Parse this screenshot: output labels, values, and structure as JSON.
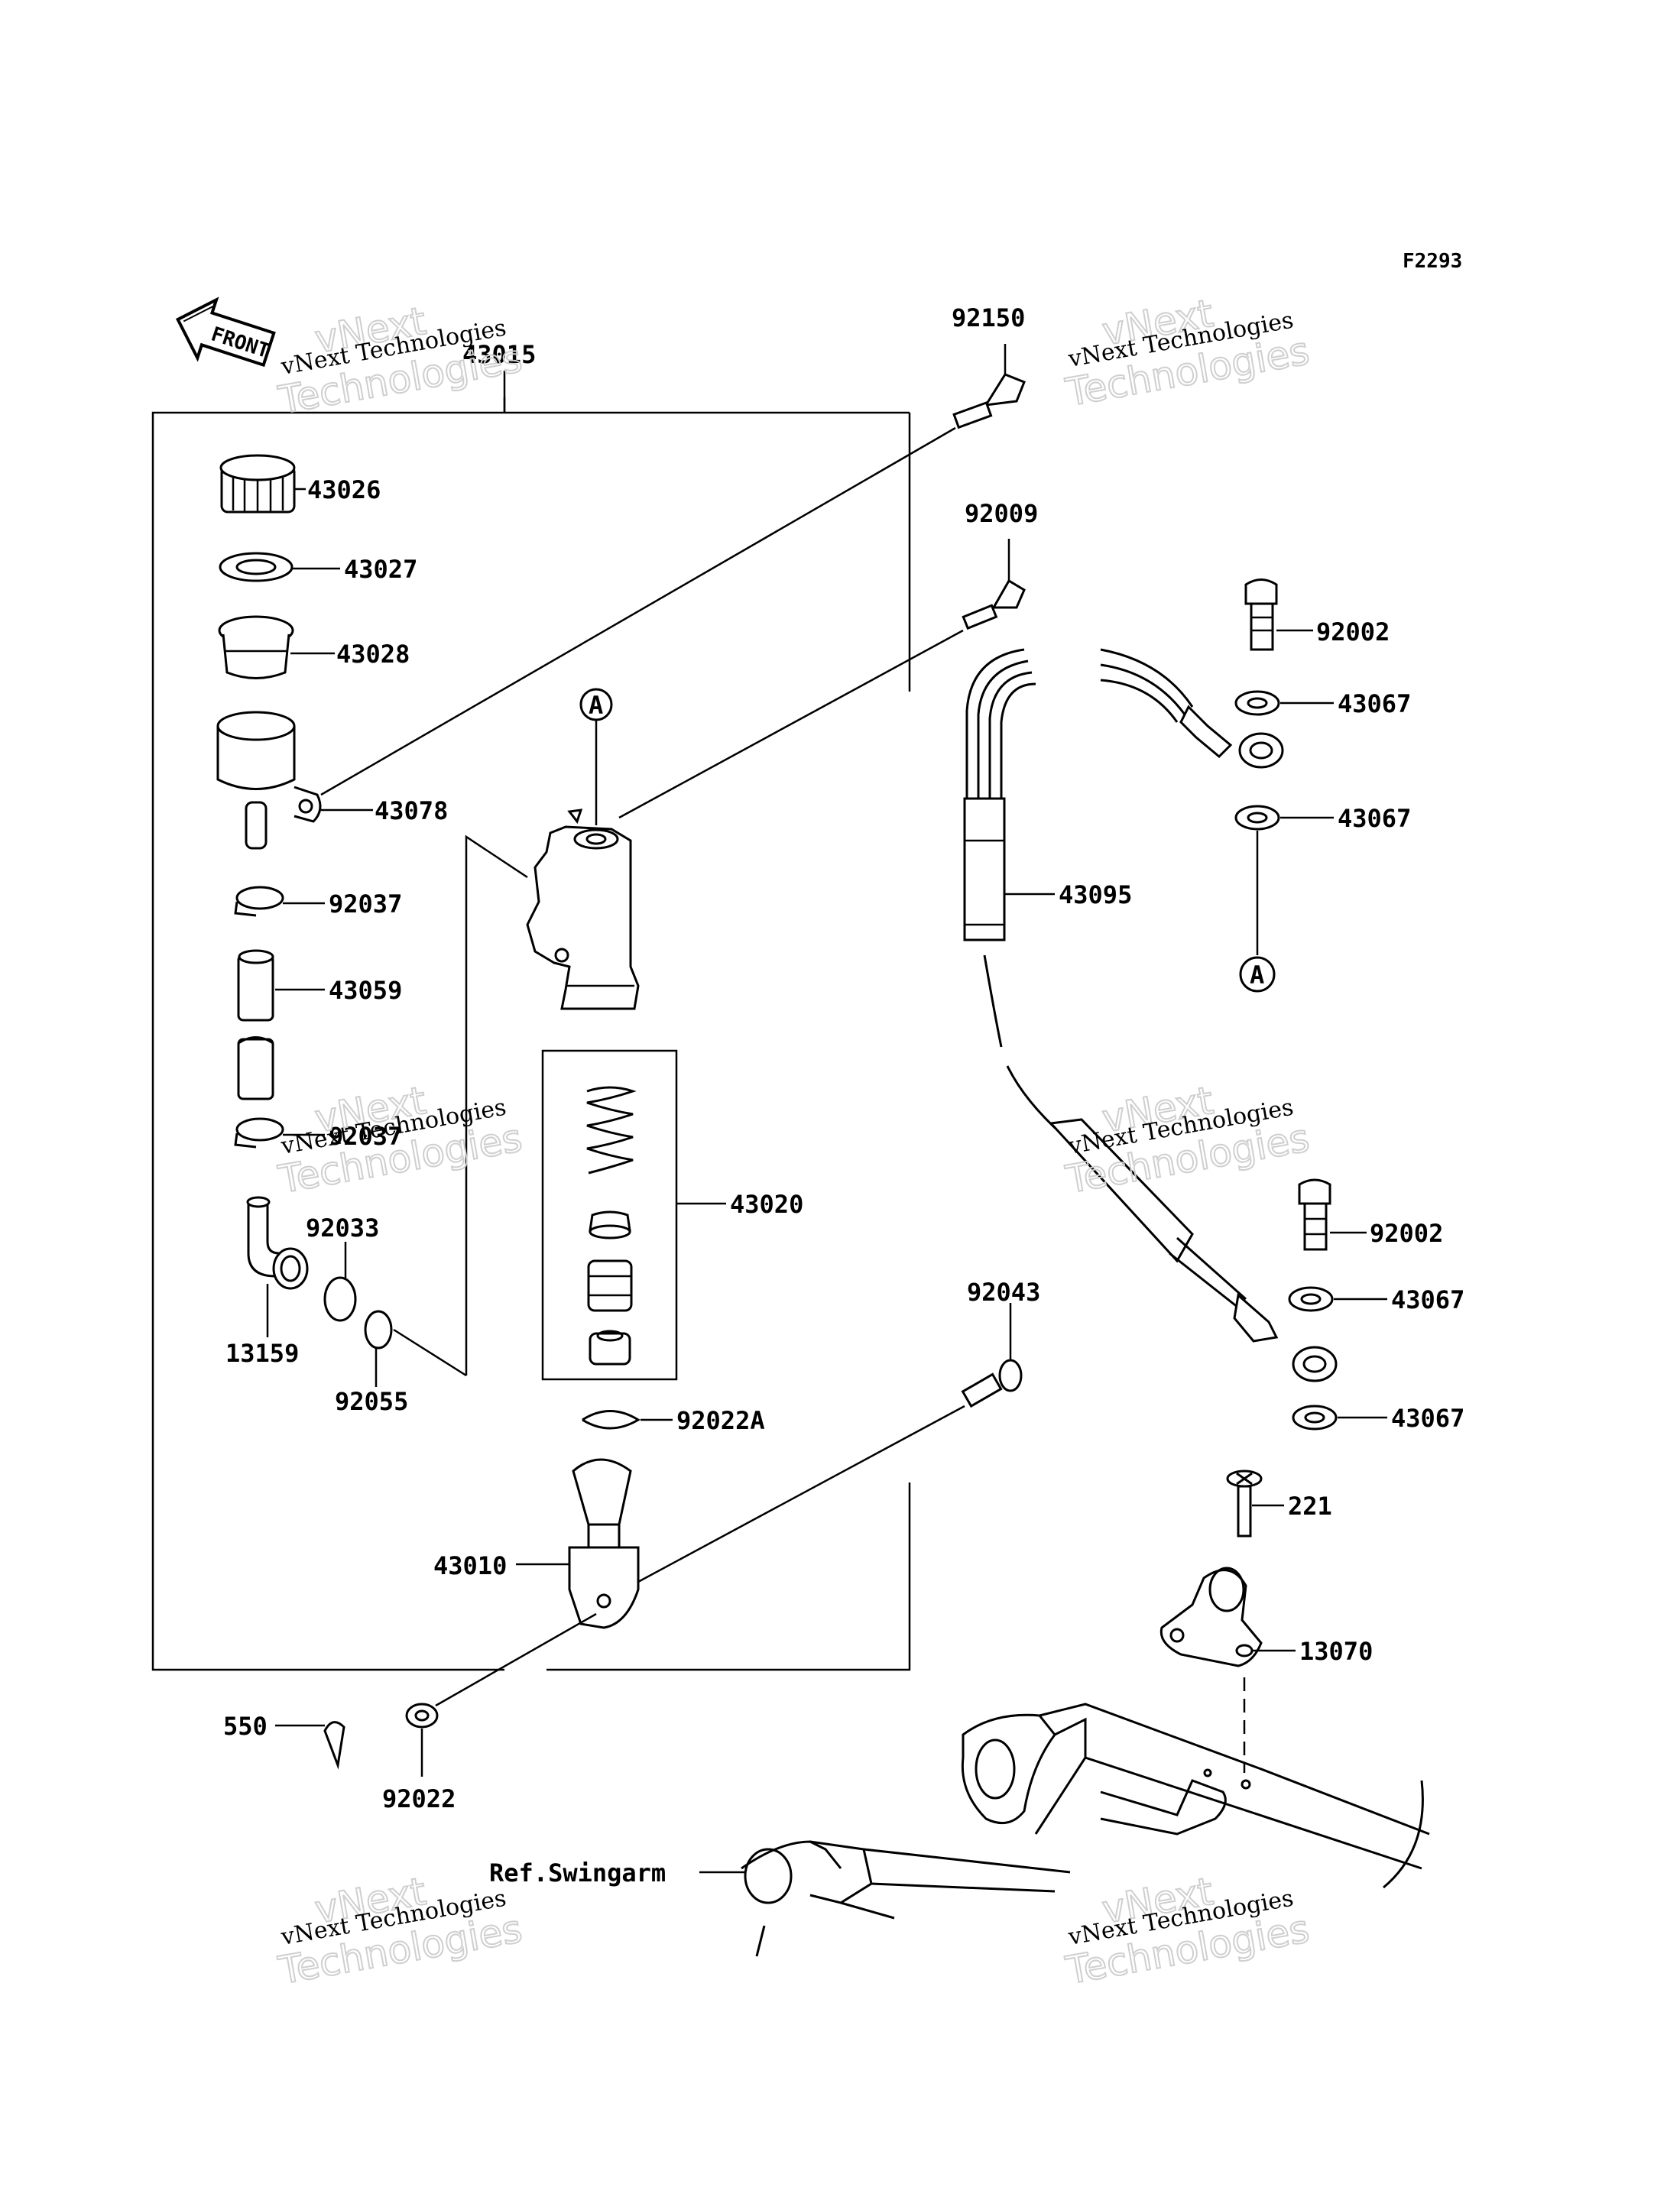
{
  "figure_code": "F2293",
  "front_label": "FRONT",
  "watermark": {
    "line1": "vNext Technologies",
    "line2": "vNext",
    "line3": "Technologies"
  },
  "callouts": {
    "c43015": "43015",
    "c43026": "43026",
    "c43027": "43027",
    "c43028": "43028",
    "c43078": "43078",
    "c92037a": "92037",
    "c43059": "43059",
    "c92037b": "92037",
    "c92033": "92033",
    "c13159": "13159",
    "c92055": "92055",
    "c43020": "43020",
    "c92022A": "92022A",
    "c43010": "43010",
    "c550": "550",
    "c92022": "92022",
    "c92150": "92150",
    "c92009": "92009",
    "c92002a": "92002",
    "c43067a": "43067",
    "c43067b": "43067",
    "c43095": "43095",
    "c92002b": "92002",
    "c43067c": "43067",
    "c43067d": "43067",
    "c92043": "92043",
    "c221": "221",
    "c13070": "13070",
    "ref_swingarm": "Ref.Swingarm"
  },
  "markers": {
    "a1": "A",
    "a2": "A"
  }
}
